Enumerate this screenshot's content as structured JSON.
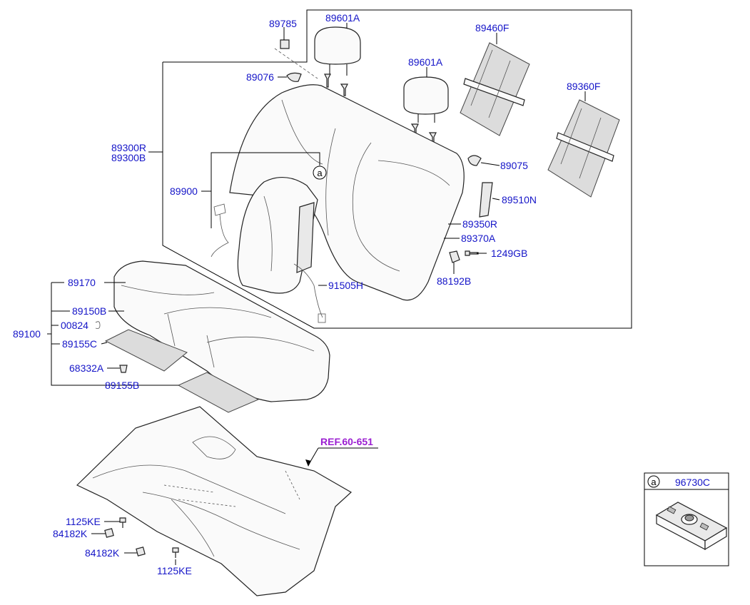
{
  "labels": {
    "p89785": "89785",
    "p89601A_1": "89601A",
    "p89460F": "89460F",
    "p89076": "89076",
    "p89601A_2": "89601A",
    "p89360F": "89360F",
    "p89300R": "89300R",
    "p89300B": "89300B",
    "p89075": "89075",
    "p89900": "89900",
    "p89510N": "89510N",
    "p89350R": "89350R",
    "p89370A": "89370A",
    "p1249GB": "1249GB",
    "p88192B": "88192B",
    "p89170": "89170",
    "p91505H": "91505H",
    "p89150B": "89150B",
    "p00824": "00824",
    "p89100": "89100",
    "p89155C": "89155C",
    "p68332A": "68332A",
    "p89155B": "89155B",
    "p1125KE_1": "1125KE",
    "p84182K_1": "84182K",
    "p84182K_2": "84182K",
    "p1125KE_2": "1125KE",
    "p96730C": "96730C"
  },
  "callout": "a",
  "ref": "REF.60-651",
  "colors": {
    "label": "#1515c8",
    "ref": "#9b1fd1",
    "line": "#000000"
  }
}
